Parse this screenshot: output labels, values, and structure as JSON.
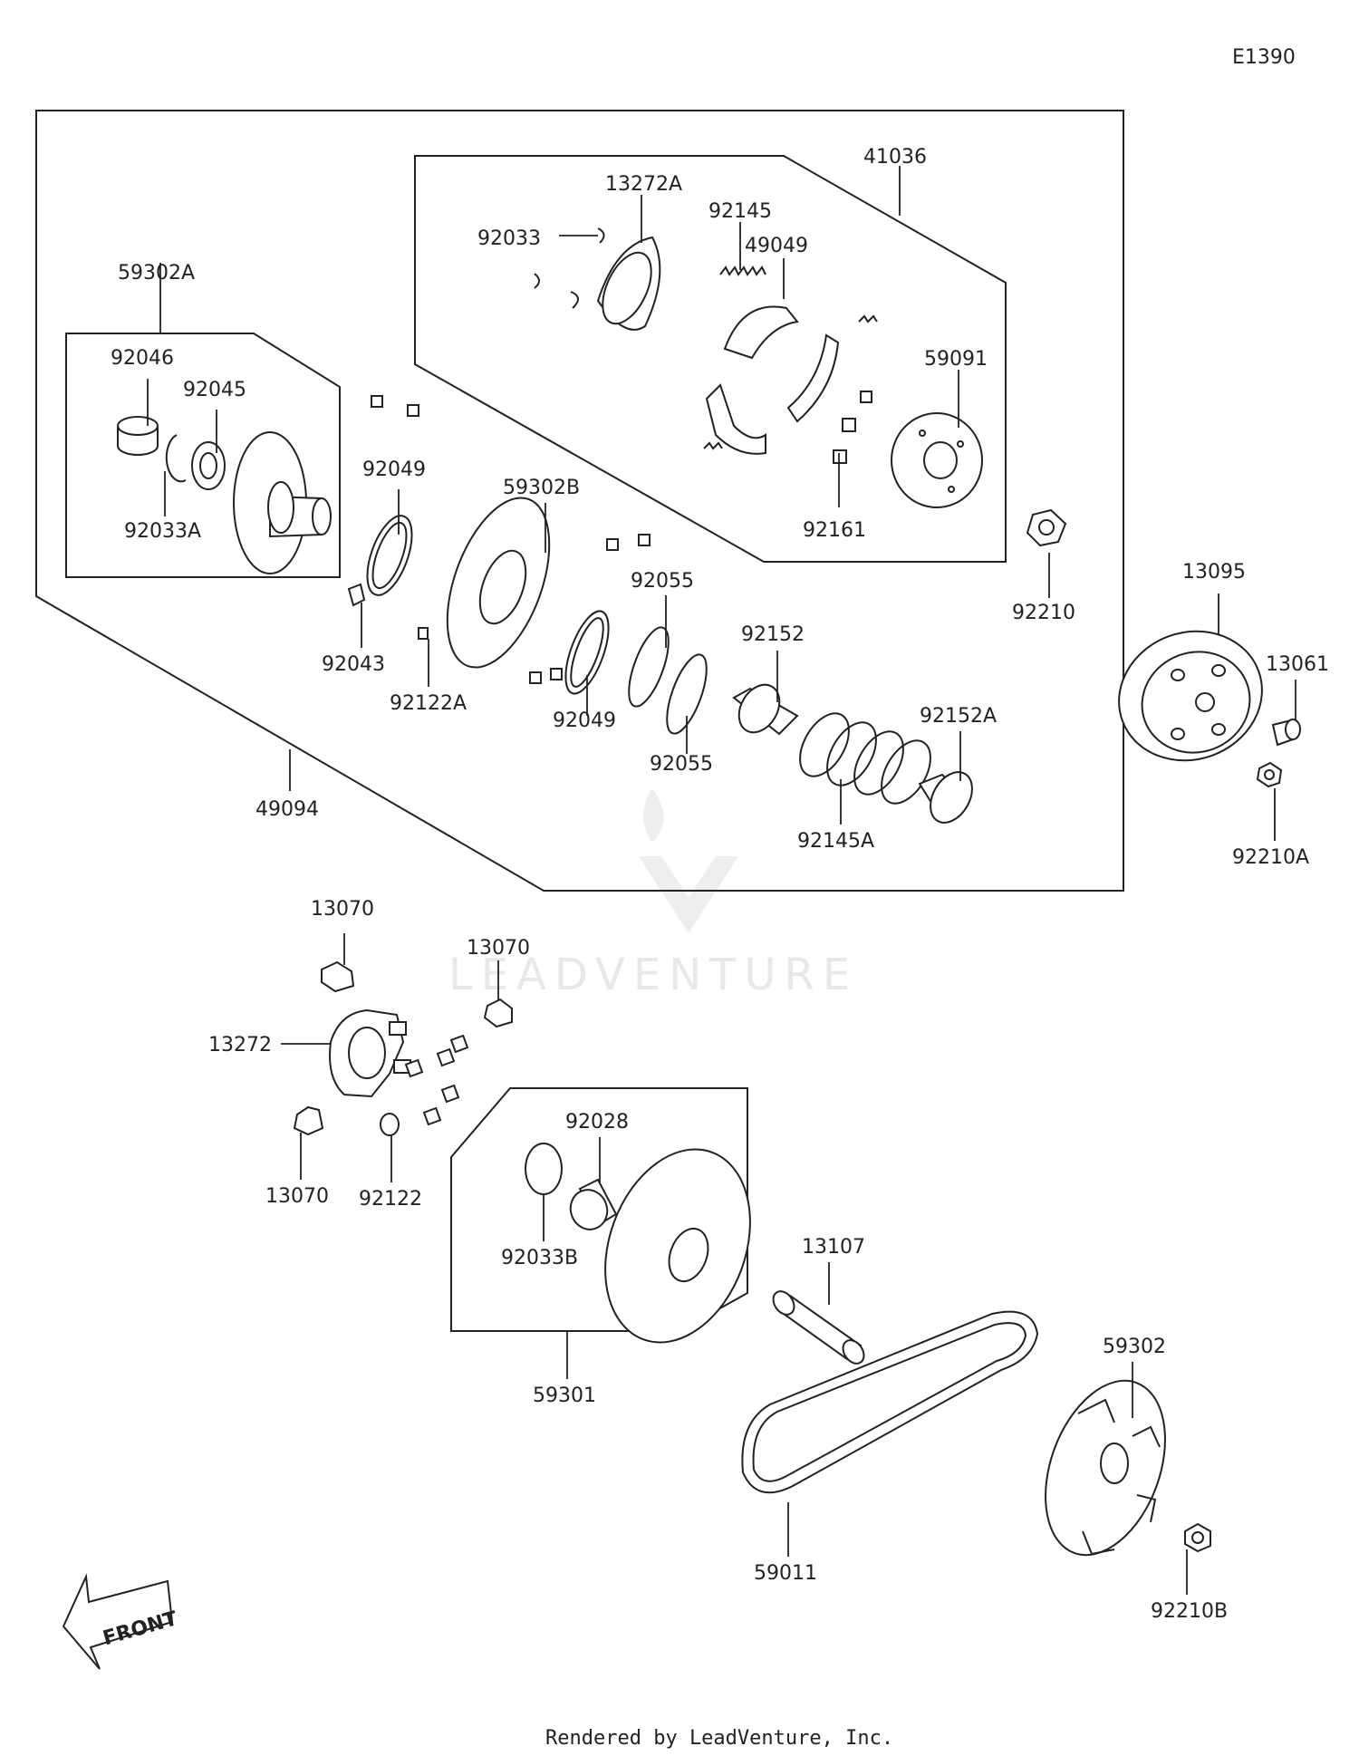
{
  "diagram_id": "E1390",
  "footer": "Rendered by LeadVenture, Inc.",
  "watermark": "LEADVENTURE",
  "front_label": "FRONT",
  "labels": {
    "p41036": "41036",
    "p13272A": "13272A",
    "p92145": "92145",
    "p92033": "92033",
    "p49049": "49049",
    "p59091": "59091",
    "p92161": "92161",
    "p59302A": "59302A",
    "p92046": "92046",
    "p92045": "92045",
    "p92033A": "92033A",
    "p92049a": "92049",
    "p59302B": "59302B",
    "p92055a": "92055",
    "p92152": "92152",
    "p92210": "92210",
    "p92043": "92043",
    "p92122A": "92122A",
    "p92049b": "92049",
    "p92055b": "92055",
    "p92152A": "92152A",
    "p92145A": "92145A",
    "p49094": "49094",
    "p13095": "13095",
    "p13061": "13061",
    "p92210A": "92210A",
    "p13070a": "13070",
    "p13070b": "13070",
    "p13272": "13272",
    "p13070c": "13070",
    "p92122": "92122",
    "p92028": "92028",
    "p92033B": "92033B",
    "p59301": "59301",
    "p13107": "13107",
    "p59302": "59302",
    "p59011": "59011",
    "p92210B": "92210B"
  }
}
